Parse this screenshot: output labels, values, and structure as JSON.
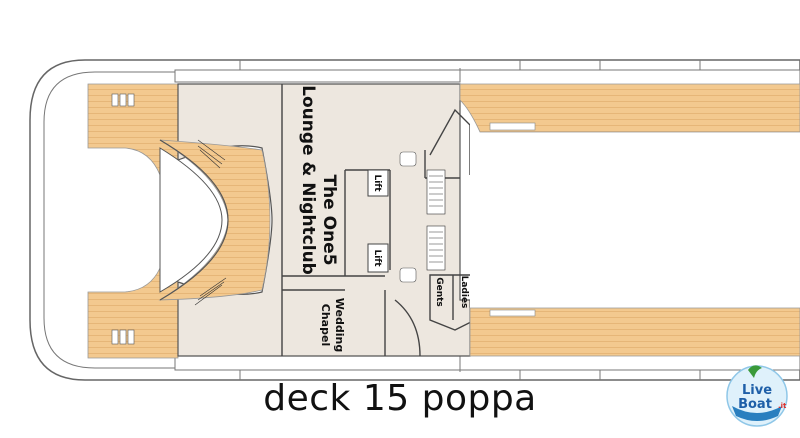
{
  "caption": "deck 15 poppa",
  "labels": {
    "lounge_line1": "The One5",
    "lounge_line2": "Lounge & Nightclub",
    "chapel_line1": "Wedding",
    "chapel_line2": "Chapel",
    "lift_upper": "Lift",
    "lift_lower": "Lift",
    "gents": "Gents",
    "ladies": "Ladies"
  },
  "logo": {
    "line1": "Live",
    "line2": "Boat",
    "suffix": ".it"
  },
  "colors": {
    "deck_wood": "#f3c98f",
    "deck_lines": "#e0ad6b",
    "interior": "#ede7df",
    "hull_outline": "#555555",
    "walls": "#444444",
    "void": "#ffffff"
  }
}
